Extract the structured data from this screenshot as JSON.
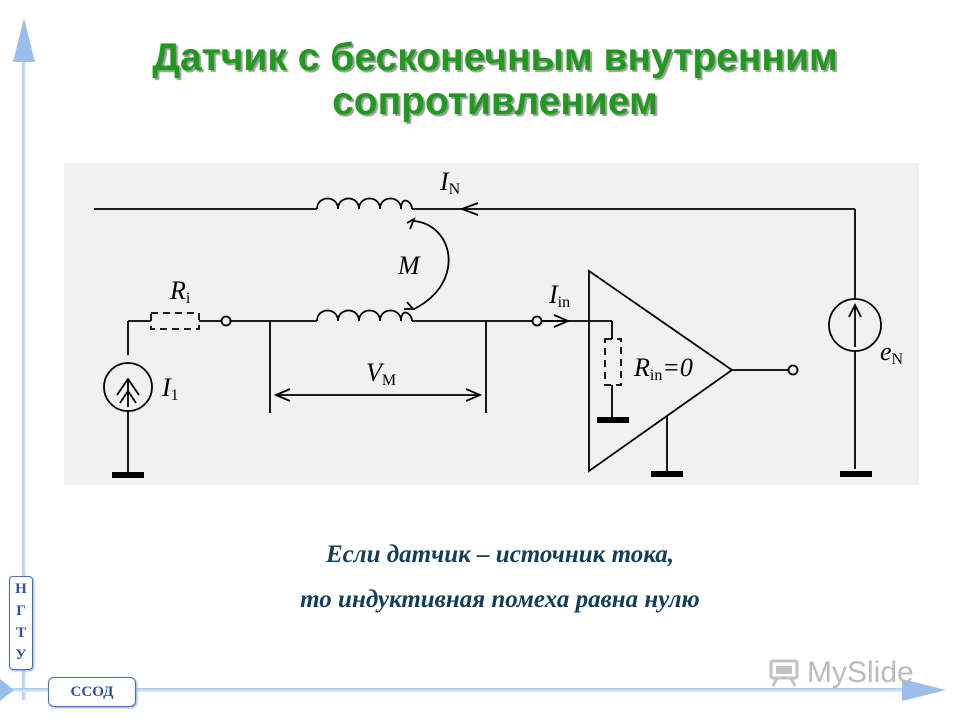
{
  "title_line1": "Датчик с бесконечным внутренним",
  "title_line2": "сопротивлением",
  "diagram": {
    "labels": {
      "i_n_main": "I",
      "i_n_sub": "N",
      "m": "M",
      "r_i_main": "R",
      "r_i_sub": "i",
      "i_in_main": "I",
      "i_in_sub": "in",
      "r_in_main": "R",
      "r_in_sub": "in",
      "r_in_value": "=0",
      "v_m_main": "V",
      "v_m_sub": "M",
      "i1_main": "I",
      "i1_sub": "1",
      "e_n_main": "e",
      "e_n_sub": "N"
    }
  },
  "caption_line1": "Если датчик – источник тока,",
  "caption_line2": "то индуктивная помеха равна нулю",
  "logo_ngtu": [
    "Н",
    "Г",
    "Т",
    "У"
  ],
  "logo_ssod": "ССОД",
  "watermark": "MySlide",
  "colors": {
    "title": "#1f9a1f",
    "caption": "#123f57",
    "accent_lines": "#9bbde9",
    "logo_text": "#2e4f9a"
  }
}
